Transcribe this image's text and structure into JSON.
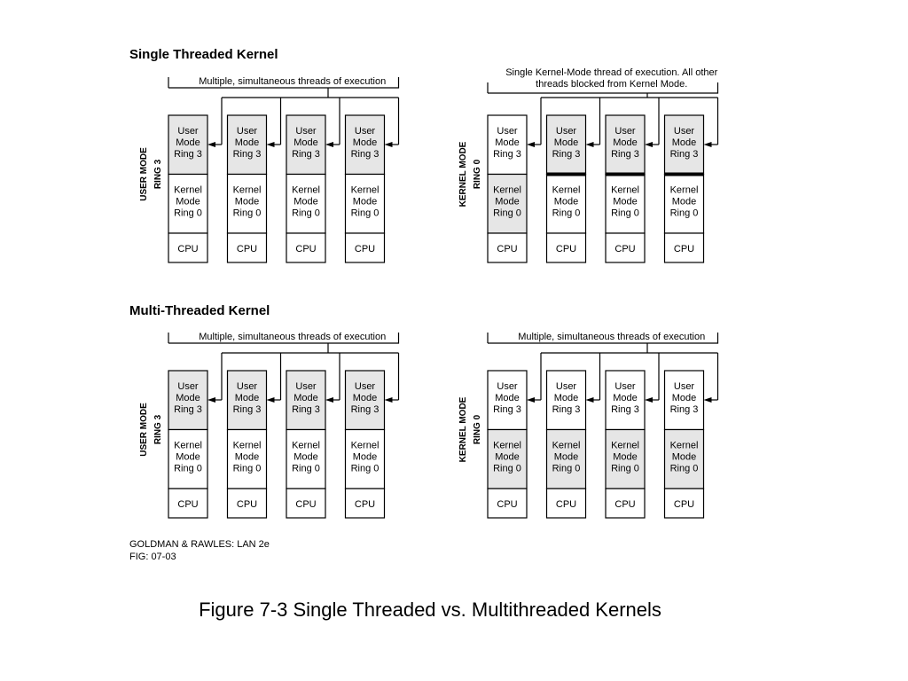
{
  "single": {
    "title": "Single Threaded Kernel",
    "user_panel": {
      "banner": [
        "Multiple, simultaneous threads of execution"
      ],
      "mode_label": [
        "USER MODE",
        "RING 3"
      ]
    },
    "kernel_panel": {
      "banner": [
        "Single Kernel-Mode thread of execution.  All other",
        "threads blocked from Kernel Mode."
      ],
      "mode_label": [
        "KERNEL MODE",
        "RING 0"
      ]
    }
  },
  "multi": {
    "title": "Multi-Threaded Kernel",
    "user_panel": {
      "banner": [
        "Multiple, simultaneous threads of execution"
      ],
      "mode_label": [
        "USER MODE",
        "RING 3"
      ]
    },
    "kernel_panel": {
      "banner": [
        "Multiple, simultaneous threads of execution"
      ],
      "mode_label": [
        "KERNEL MODE",
        "RING 0"
      ]
    }
  },
  "cell": {
    "user": [
      "User",
      "Mode",
      "Ring 3"
    ],
    "kernel": [
      "Kernel",
      "Mode",
      "Ring 0"
    ],
    "cpu": "CPU"
  },
  "credit": [
    "GOLDMAN & RAWLES:  LAN 2e",
    "FIG:  07-03"
  ],
  "caption": "Figure 7-3 Single Threaded vs. Multithreaded Kernels",
  "panels": [
    {
      "id": "single-user",
      "shaded": [
        "user",
        "user",
        "user",
        "user"
      ],
      "blocked": [
        false,
        false,
        false,
        false
      ]
    },
    {
      "id": "single-kernel",
      "shaded": [
        "kernel",
        "user",
        "user",
        "user"
      ],
      "blocked": [
        false,
        true,
        true,
        true
      ]
    },
    {
      "id": "multi-user",
      "shaded": [
        "user",
        "user",
        "user",
        "user"
      ],
      "blocked": [
        false,
        false,
        false,
        false
      ]
    },
    {
      "id": "multi-kernel",
      "shaded": [
        "kernel",
        "kernel",
        "kernel",
        "kernel"
      ],
      "blocked": [
        false,
        false,
        false,
        false
      ]
    }
  ],
  "colors": {
    "shade": "#e6e6e6",
    "line": "#000000"
  }
}
